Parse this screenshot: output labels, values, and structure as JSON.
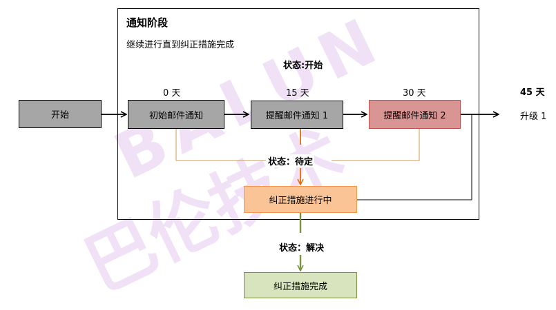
{
  "watermark": {
    "latin": "BALUN",
    "chinese": "巴伦技术",
    "color": "#e6c9f2"
  },
  "phase": {
    "title": "通知阶段",
    "subtitle": "继续进行直到纠正措施完成",
    "status_start": "状态:开始"
  },
  "days": {
    "d0": "0 天",
    "d15": "15 天",
    "d30": "30 天",
    "d45": "45 天"
  },
  "nodes": {
    "start": "开始",
    "initial_email": "初始邮件通知",
    "reminder_1": "提醒邮件通知 1",
    "reminder_2": "提醒邮件通知 2",
    "in_progress": "纠正措施进行中",
    "complete": "纠正措施完成",
    "escalate": "升级 1"
  },
  "statuses": {
    "pending": "状态：待定",
    "resolved": "状态：解决"
  },
  "colors": {
    "gray_box": "#a6a6a6",
    "reminder2_fill": "#d99594",
    "reminder2_border": "#c0504d",
    "in_progress_fill": "#fbc496",
    "in_progress_border": "#f79646",
    "orange_line": "#e36c09",
    "tan_line": "#d19a52",
    "complete_fill": "#d7e4bd",
    "green_line": "#77933c"
  }
}
